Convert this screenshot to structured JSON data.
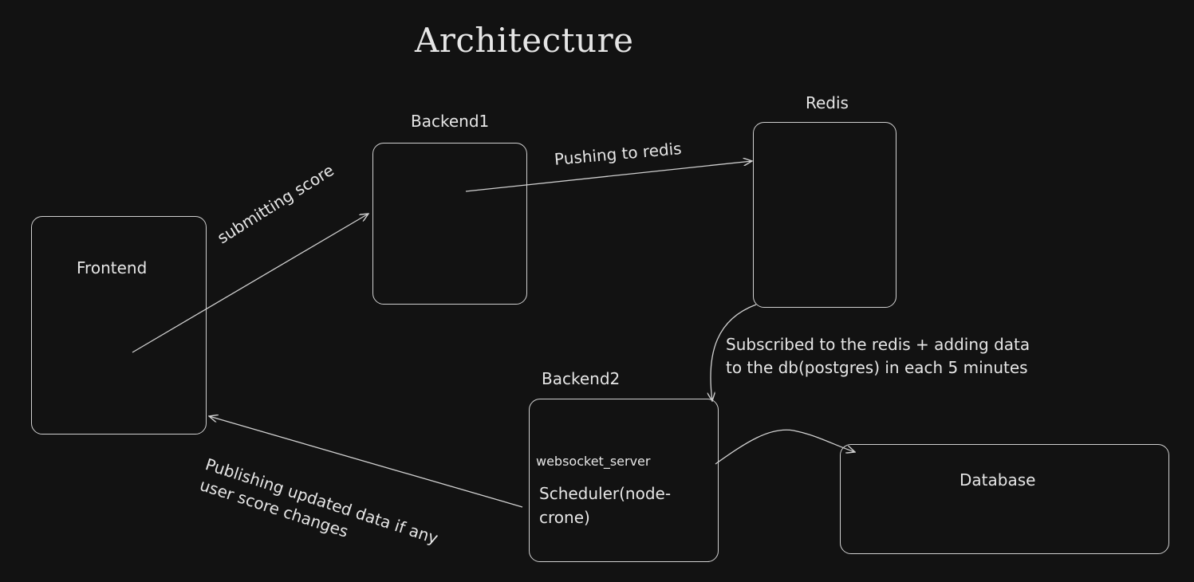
{
  "diagram": {
    "title": "Architecture",
    "nodes": {
      "frontend": {
        "label": "Frontend"
      },
      "backend1": {
        "label": "Backend1"
      },
      "redis": {
        "label": "Redis"
      },
      "backend2": {
        "label": "Backend2",
        "components": [
          "websocket_server",
          "Scheduler(node-",
          "crone)"
        ]
      },
      "database": {
        "label": "Database"
      }
    },
    "edges": {
      "submitting": "submitting score",
      "pushing": "Pushing to redis",
      "subscribed_line1": "Subscribed to the redis + adding data",
      "subscribed_line2": "to the db(postgres) in each 5 minutes",
      "publishing_line1": "Publishing updated data if any",
      "publishing_line2": "user score changes"
    },
    "colors": {
      "background": "#121212",
      "stroke": "#d0d0d0",
      "text": "#e6e6e6"
    }
  }
}
